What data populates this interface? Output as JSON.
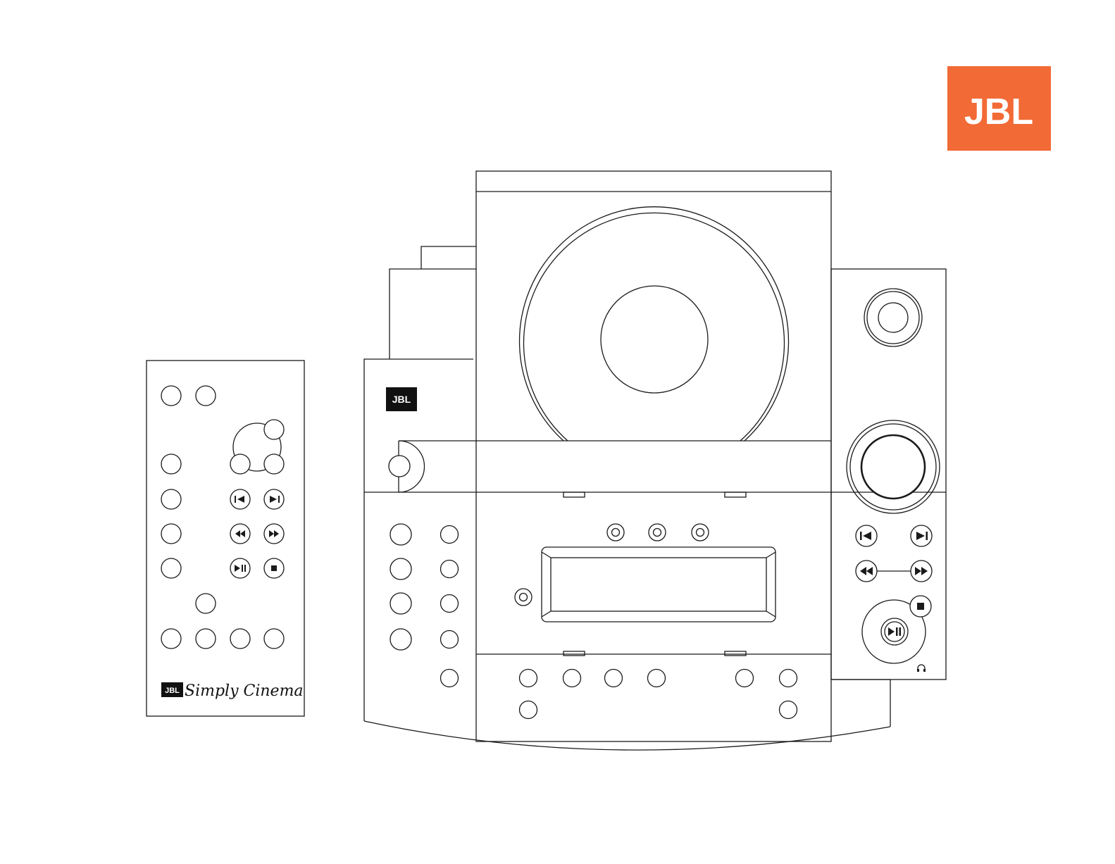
{
  "brand": {
    "logo_text": "JBL",
    "color": "#f26a36"
  },
  "remote": {
    "badge_text": "JBL",
    "product_name": "Simply Cinema",
    "accent_button_color": "#f26a36",
    "transport_icons": [
      "previous-track-icon",
      "next-track-icon",
      "rewind-icon",
      "fast-forward-icon",
      "play-pause-icon",
      "stop-icon"
    ]
  },
  "unit": {
    "badge_text": "JBL",
    "transport_icons": [
      "previous-track-icon",
      "next-track-icon",
      "rewind-icon",
      "fast-forward-icon",
      "stop-icon",
      "play-pause-icon",
      "headphones-icon"
    ]
  }
}
